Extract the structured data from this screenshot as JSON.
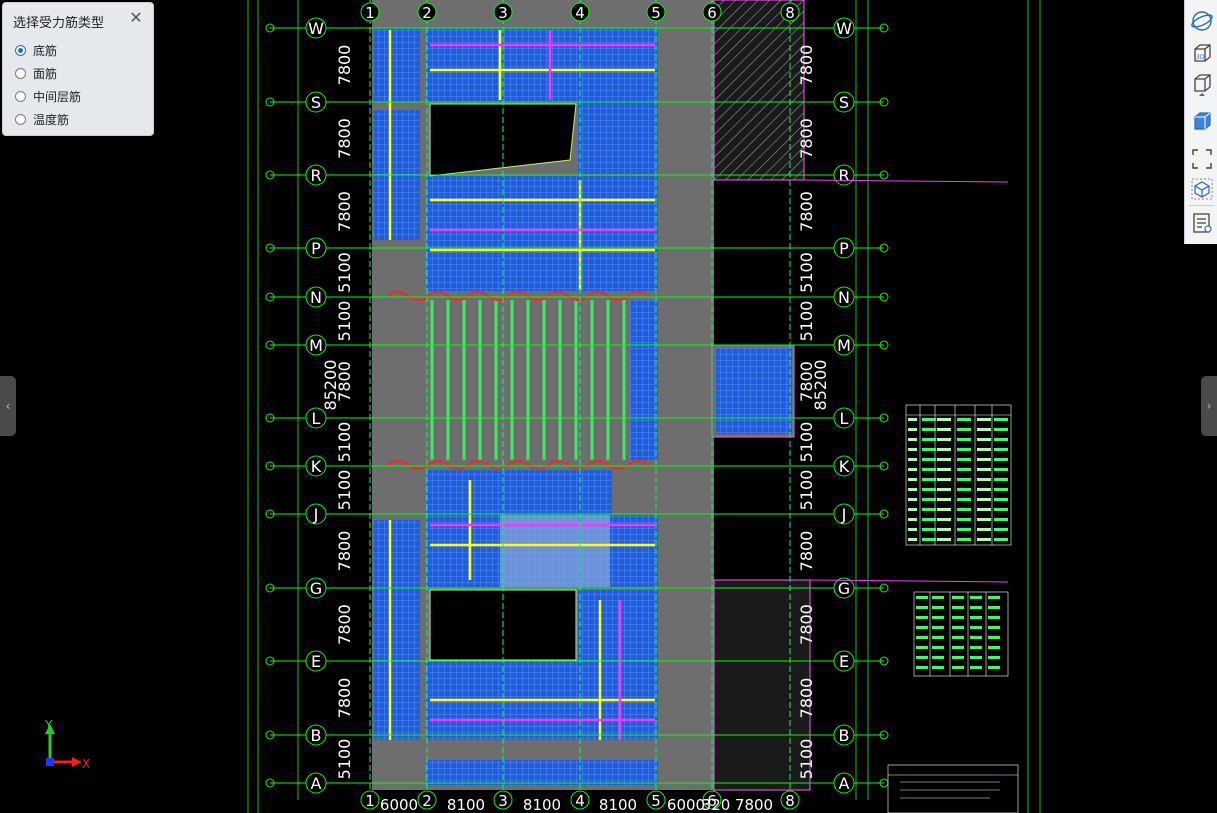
{
  "panel": {
    "title": "选择受力筋类型",
    "close_icon": "close-icon",
    "options": [
      {
        "label": "底筋",
        "selected": true
      },
      {
        "label": "面筋",
        "selected": false
      },
      {
        "label": "中间层筋",
        "selected": false
      },
      {
        "label": "温度筋",
        "selected": false
      }
    ]
  },
  "toolbar": {
    "icons": [
      "orbit-icon",
      "3d-view-icon",
      "view-cube-icon",
      "solid-cube-icon",
      "fit-extents-icon",
      "wireframe-box-icon",
      "properties-icon"
    ]
  },
  "drawing": {
    "axis_rows": [
      "W",
      "S",
      "R",
      "P",
      "N",
      "M",
      "L",
      "K",
      "J",
      "G",
      "E",
      "B",
      "A"
    ],
    "row_spacings": [
      "7800",
      "7800",
      "7800",
      "5100",
      "5100",
      "7800",
      "5100",
      "5100",
      "7800",
      "7800",
      "7800",
      "5100"
    ],
    "total_length": "85200",
    "axis_columns": [
      "1",
      "2",
      "3",
      "4",
      "5",
      "6",
      "8"
    ],
    "col_spacings": [
      "6000",
      "8100",
      "8100",
      "8100",
      "6000",
      "320",
      "7800"
    ]
  },
  "gizmo": {
    "y_label": "Y",
    "x_label": "X"
  },
  "colors": {
    "background": "#000000",
    "axis": "#00ff00",
    "rebar_blue": "#2a7bff",
    "rebar_yellow": "#ffff00",
    "rebar_magenta": "#ff00ff",
    "slab_gray": "#6e6e6e",
    "accent": "#1b73c9"
  }
}
